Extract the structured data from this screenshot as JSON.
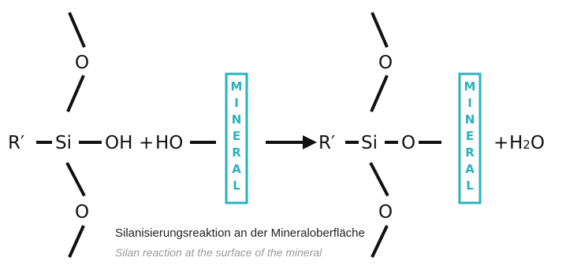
{
  "colors": {
    "accent": "#27b3bd",
    "text": "#111111",
    "caption_secondary": "#9a9a9a"
  },
  "reaction": {
    "left": {
      "r_prime": "R′",
      "si": "Si",
      "top_o": "O",
      "bottom_o": "O",
      "oh": "OH",
      "plus": "+",
      "ho": "HO"
    },
    "mineral_letters": [
      "M",
      "I",
      "N",
      "E",
      "R",
      "A",
      "L"
    ],
    "right": {
      "r_prime": "R′",
      "si": "Si",
      "top_o": "O",
      "bottom_o": "O",
      "o": "O",
      "plus": "+",
      "water_h": "H",
      "water_sub": "2",
      "water_o": "O"
    }
  },
  "caption": {
    "german": "Silanisierungsreaktion an der Mineraloberfläche",
    "english": "Silan reaction at the surface of the mineral"
  }
}
